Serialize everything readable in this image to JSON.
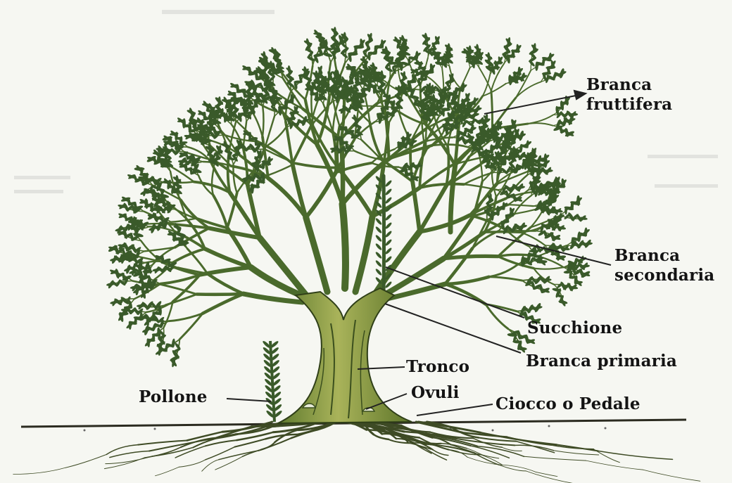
{
  "labels": {
    "branca_fruttifera": [
      "Branca",
      "fruttifera"
    ],
    "branca_secondaria": [
      "Branca",
      "secondaria"
    ],
    "succhione": "Succhione",
    "branca_primaria": "Branca primaria",
    "tronco": "Tronco",
    "ovuli": "Ovuli",
    "ciocco_o_pedale": "Ciocco o Pedale",
    "pollone": "Pollone"
  },
  "colors": {
    "foliage": "#3a5a2a",
    "branch": "#4a6a2c",
    "trunk": "#8a9a45",
    "trunk_dark": "#3b4f1e",
    "leader_line": "#222222",
    "text": "#141414"
  }
}
